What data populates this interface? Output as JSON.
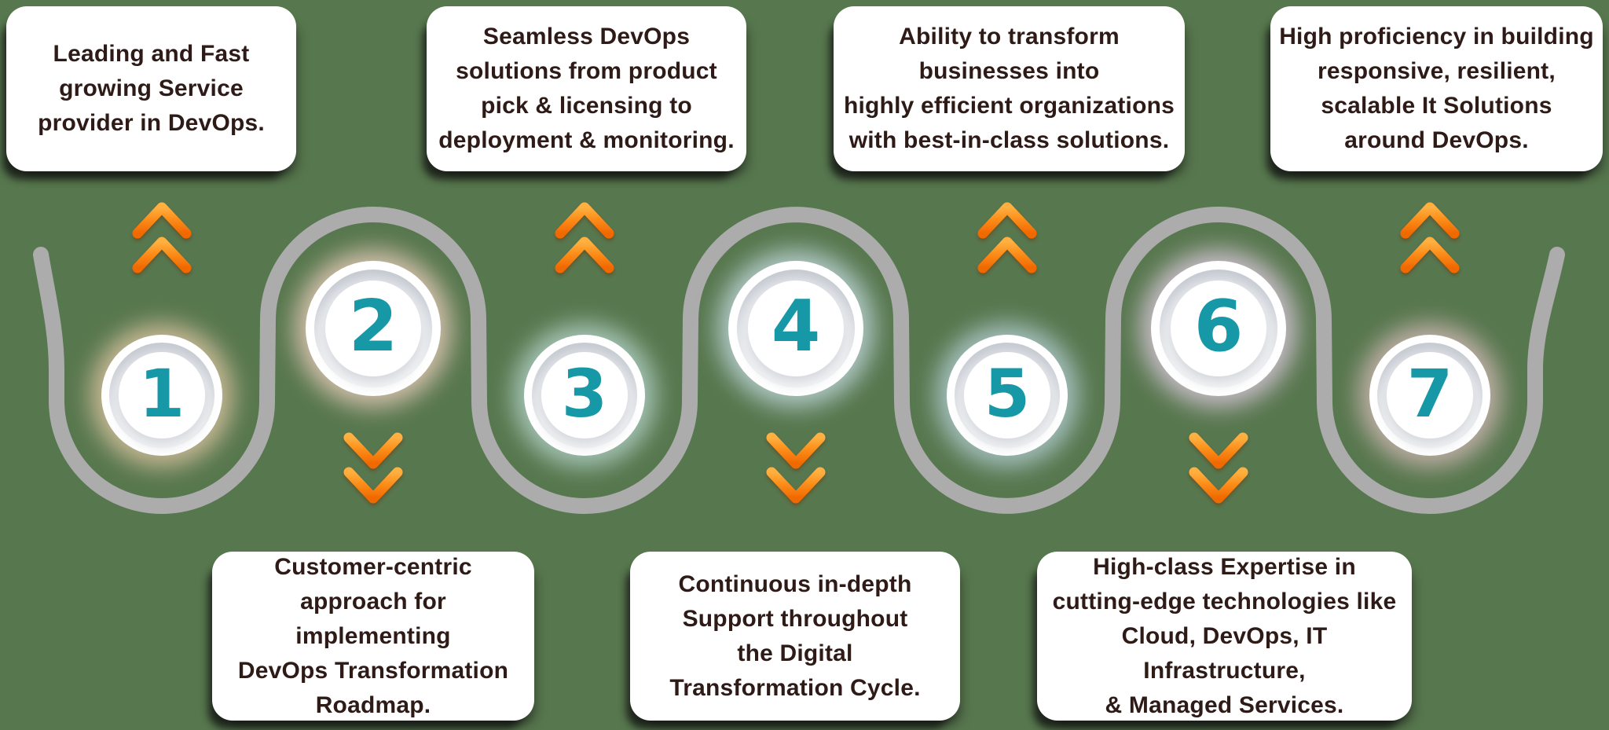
{
  "title": "DevOps service provider benefits flow",
  "palette": {
    "background": "#57774E",
    "number_teal": "#1798A6",
    "chevron_orange_light": "#FFB041",
    "chevron_orange_dark": "#F06800",
    "path_gray": "#ACACAC",
    "card_text": "#2E1B17",
    "card_background": "#FFFFFF"
  },
  "steps": [
    {
      "number": "1",
      "card_position": "top",
      "arrow_direction": "up",
      "card": "Leading and Fast\ngrowing Service\nprovider in DevOps."
    },
    {
      "number": "2",
      "card_position": "bottom",
      "arrow_direction": "down",
      "card": "Customer-centric\napproach for implementing\nDevOps Transformation\nRoadmap."
    },
    {
      "number": "3",
      "card_position": "top",
      "arrow_direction": "up",
      "card": "Seamless DevOps\nsolutions from product\npick & licensing to\ndeployment & monitoring."
    },
    {
      "number": "4",
      "card_position": "bottom",
      "arrow_direction": "down",
      "card": "Continuous in-depth\nSupport throughout\nthe Digital\nTransformation Cycle."
    },
    {
      "number": "5",
      "card_position": "top",
      "arrow_direction": "up",
      "card": "Ability to transform\nbusinesses into\nhighly efficient organizations\nwith best-in-class solutions."
    },
    {
      "number": "6",
      "card_position": "bottom",
      "arrow_direction": "down",
      "card": "High-class Expertise in\ncutting-edge technologies like\nCloud, DevOps, IT Infrastructure,\n& Managed Services."
    },
    {
      "number": "7",
      "card_position": "top",
      "arrow_direction": "up",
      "card": "High proficiency in building\nresponsive, resilient,\nscalable It Solutions\naround DevOps."
    }
  ]
}
